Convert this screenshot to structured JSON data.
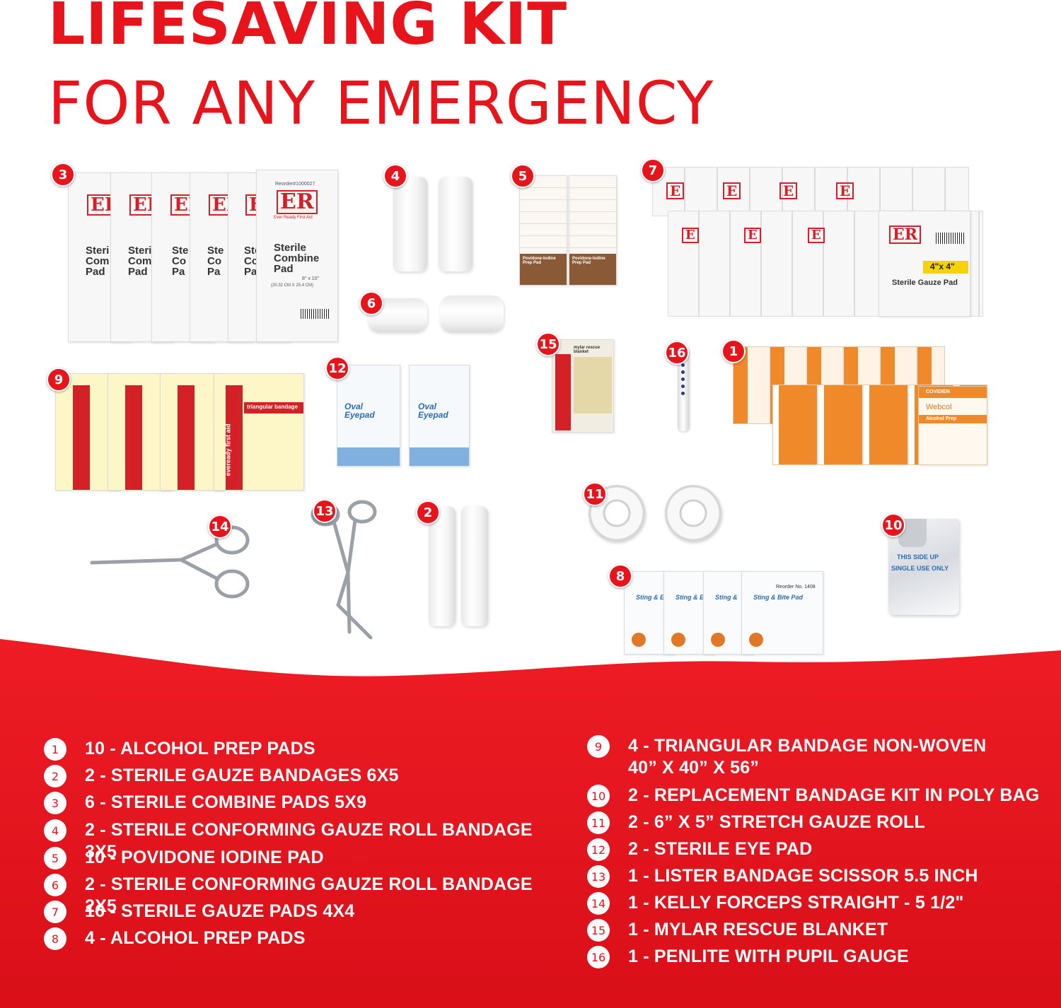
{
  "title": {
    "line1": "LIFESAVING KIT",
    "line2": "FOR ANY EMERGENCY"
  },
  "colors": {
    "brand_red": "#e8141c",
    "background": "#ffffff"
  },
  "packets": {
    "combine_pad": {
      "brand": "ER",
      "tagline": "Ever Ready First Aid",
      "name": "Sterile Combine Pad",
      "size": "8\" x 10\"",
      "size_cm": "(20.32 CM X 25.4 CM)",
      "reorder": "Reorder#1000027"
    },
    "gauze_pad": {
      "brand": "ER",
      "name": "Sterile Gauze Pad",
      "size": "4\"x 4\""
    },
    "eye_pad": {
      "name": "Oval Eyepad"
    },
    "sting_pad": {
      "name": "Sting & Bite Pad",
      "reorder": "Reorder No. 1408"
    },
    "alcohol_pad": {
      "brand": "COVIDIEN",
      "name": "Webcol",
      "sub": "Alcohol Prep"
    },
    "iodine_pad": {
      "name": "Povidone-Iodine Prep Pad"
    },
    "triangular": {
      "name": "triangular bandage",
      "brand": "eveready first aid"
    },
    "mylar": {
      "name": "mylar rescue blanket"
    },
    "poly_bag": {
      "line1": "THIS SIDE UP",
      "line2": "SINGLE USE ONLY"
    }
  },
  "badges": [
    "3",
    "4",
    "5",
    "7",
    "6",
    "15",
    "16",
    "1",
    "9",
    "12",
    "11",
    "14",
    "13",
    "2",
    "10",
    "8"
  ],
  "items_left": [
    {
      "num": "1",
      "text": "10 - ALCOHOL PREP PADS"
    },
    {
      "num": "2",
      "text": "2 - STERILE GAUZE BANDAGES 6X5"
    },
    {
      "num": "3",
      "text": "6 - STERILE COMBINE PADS 5X9"
    },
    {
      "num": "4",
      "text": "2 - STERILE CONFORMING GAUZE ROLL BANDAGE 3X5"
    },
    {
      "num": "5",
      "text": "10 - POVIDONE IODINE PAD"
    },
    {
      "num": "6",
      "text": "2 - STERILE CONFORMING GAUZE ROLL BANDAGE 2X5"
    },
    {
      "num": "7",
      "text": "16 - STERILE GAUZE PADS 4X4"
    },
    {
      "num": "8",
      "text": "4 - ALCOHOL PREP PADS"
    }
  ],
  "items_right": [
    {
      "num": "9",
      "text": "4 - TRIANGULAR BANDAGE NON-WOVEN",
      "text2": "40” X 40” X 56”"
    },
    {
      "num": "10",
      "text": "2 - REPLACEMENT BANDAGE KIT IN POLY BAG"
    },
    {
      "num": "11",
      "text": "2 - 6” X 5” STRETCH GAUZE ROLL"
    },
    {
      "num": "12",
      "text": "2 - STERILE EYE PAD"
    },
    {
      "num": "13",
      "text": "1 - LISTER BANDAGE SCISSOR 5.5 INCH"
    },
    {
      "num": "14",
      "text": "1 - KELLY FORCEPS STRAIGHT - 5 1/2\""
    },
    {
      "num": "15",
      "text": "1 - MYLAR RESCUE BLANKET"
    },
    {
      "num": "16",
      "text": "1 - PENLITE WITH PUPIL GAUGE"
    }
  ]
}
